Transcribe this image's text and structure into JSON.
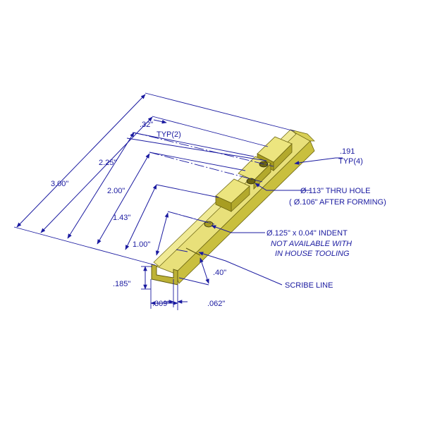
{
  "dimensions": {
    "length_3_00": "3.00\"",
    "length_2_25": "2.25\"",
    "length_2_00": "2.00\"",
    "length_1_43": "1.43\"",
    "length_1_00": "1.00\"",
    "tab_32": ".32\"",
    "typ_2": "TYP(2)",
    "width_191": ".191",
    "typ_4": "TYP(4)",
    "height_185": ".185\"",
    "width_309": ".309\"",
    "thickness_062": ".062\"",
    "scribe_40": ".40\""
  },
  "callouts": {
    "thru_hole": "Ø.113\" THRU HOLE",
    "after_forming": "( Ø.106\" AFTER FORMING)",
    "indent": "Ø.125\" x 0.04\" INDENT",
    "not_available": "NOT AVAILABLE WITH",
    "in_house": "IN HOUSE TOOLING",
    "scribe_line": "SCRIBE LINE"
  },
  "colors": {
    "brass_top": "#e8e07a",
    "brass_side": "#c9bf3e",
    "brass_dark": "#a89d22",
    "annotation": "#1a1aa0"
  }
}
